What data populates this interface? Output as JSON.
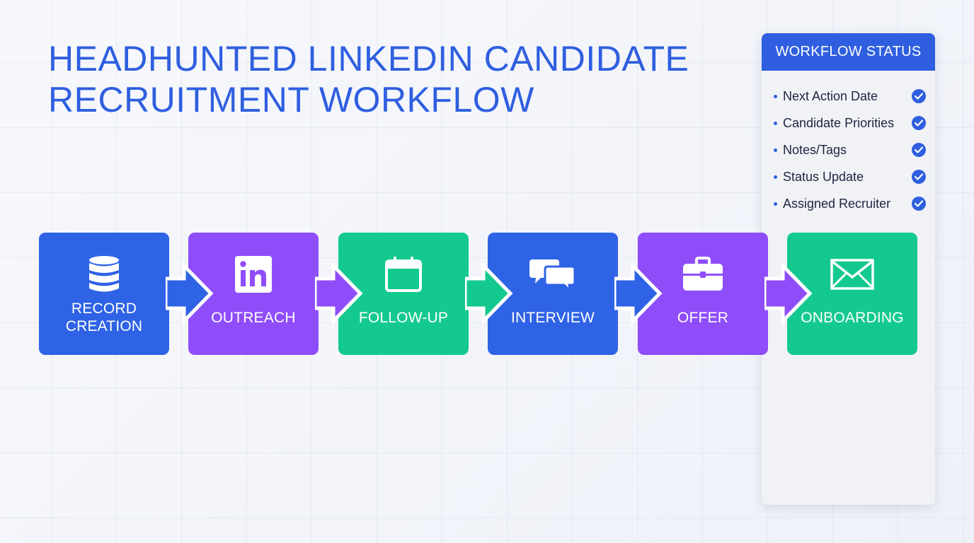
{
  "title": {
    "line1": "HEADHUNTED LINKEDIN CANDIDATE",
    "line2": "RECRUITMENT WORKFLOW"
  },
  "colors": {
    "blue": "#2f63e6",
    "purple": "#8f4dfa",
    "green": "#14c98f"
  },
  "steps": [
    {
      "label": "RECORD\nCREATION",
      "icon": "database-icon",
      "color": "blue"
    },
    {
      "label": "OUTREACH",
      "icon": "linkedin-icon",
      "color": "purple"
    },
    {
      "label": "FOLLOW-UP",
      "icon": "calendar-icon",
      "color": "green"
    },
    {
      "label": "INTERVIEW",
      "icon": "chat-bubbles-icon",
      "color": "blue"
    },
    {
      "label": "OFFER",
      "icon": "briefcase-icon",
      "color": "purple"
    },
    {
      "label": "ONBOARDING",
      "icon": "envelope-icon",
      "color": "green"
    }
  ],
  "workflow_status": {
    "header": "WORKFLOW STATUS",
    "items": [
      {
        "label": "Next Action Date",
        "checked": true
      },
      {
        "label": "Candidate Priorities",
        "checked": true
      },
      {
        "label": "Notes/Tags",
        "checked": true
      },
      {
        "label": "Status Update",
        "checked": true
      },
      {
        "label": "Assigned Recruiter",
        "checked": true
      }
    ]
  }
}
